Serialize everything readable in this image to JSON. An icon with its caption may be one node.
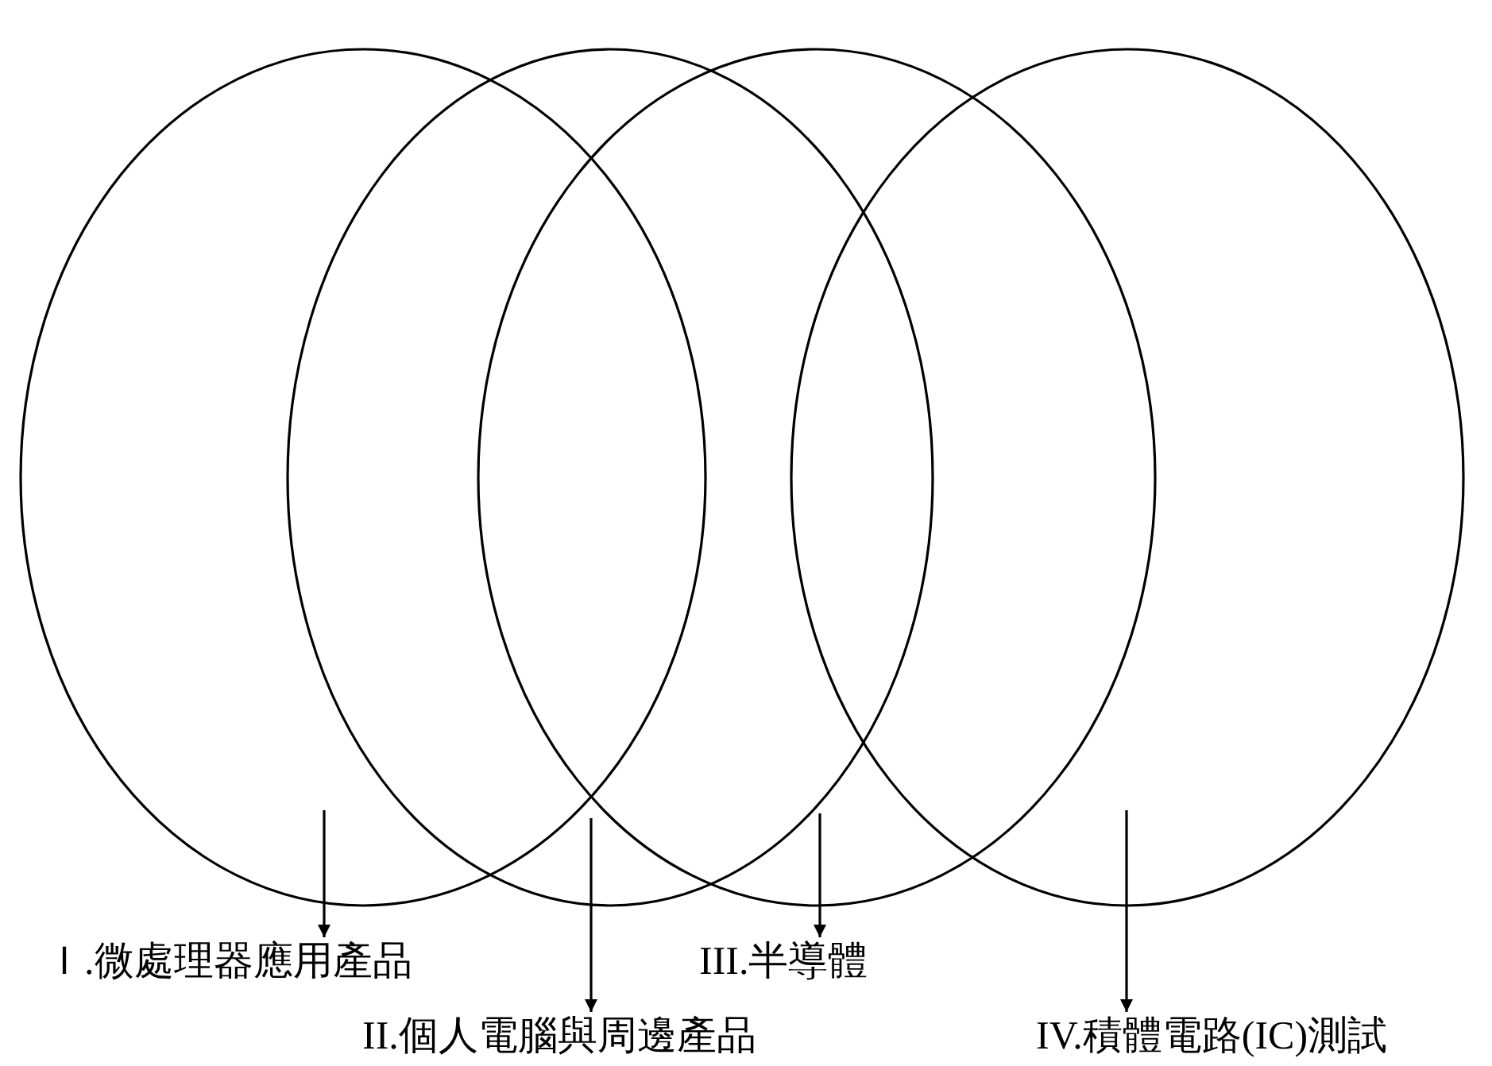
{
  "diagram": {
    "nodes": [
      {
        "text": [],
        "shape": "ellipse"
      },
      {
        "text": [],
        "shape": "ellipse"
      },
      {
        "text": [],
        "shape": "ellipse"
      },
      {
        "text": [],
        "shape": "ellipse"
      },
      {
        "text": [
          "Ｉ.微處理器應用產品"
        ]
      },
      {
        "text": [
          "III.半導體"
        ]
      },
      {
        "text": [
          "II.個人電腦與周邊產品"
        ]
      },
      {
        "text": [
          "IV.積體電路(IC)測試"
        ]
      }
    ],
    "edges": [
      {
        "from": 0,
        "to": 4,
        "arrow": "to"
      },
      {
        "from": 1,
        "to": 6,
        "arrow": "to"
      },
      {
        "from": 2,
        "to": 5,
        "arrow": "to"
      },
      {
        "from": 3,
        "to": 7,
        "arrow": "to"
      }
    ]
  }
}
